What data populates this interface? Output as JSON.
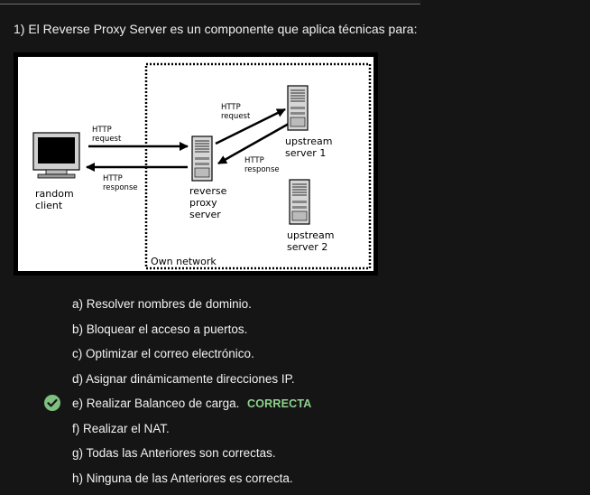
{
  "question": {
    "text": "1) El Reverse Proxy Server es un componente que aplica técnicas para:"
  },
  "diagram": {
    "http_request_left": [
      "HTTP",
      "request"
    ],
    "http_response_left": [
      "HTTP",
      "response"
    ],
    "http_request_right": [
      "HTTP",
      "request"
    ],
    "http_response_right": [
      "HTTP",
      "response"
    ],
    "random_client": [
      "random",
      "client"
    ],
    "reverse_proxy": [
      "reverse",
      "proxy",
      "server"
    ],
    "upstream1": [
      "upstream",
      "server 1"
    ],
    "upstream2": [
      "upstream",
      "server 2"
    ],
    "own_network": "Own network"
  },
  "options": [
    {
      "label": "a) Resolver nombres de dominio.",
      "correct": false
    },
    {
      "label": "b) Bloquear el acceso a puertos.",
      "correct": false
    },
    {
      "label": "c) Optimizar el correo electrónico.",
      "correct": false
    },
    {
      "label": "d) Asignar dinámicamente direcciones IP.",
      "correct": false
    },
    {
      "label": "e) Realizar Balanceo de carga.",
      "correct": true
    },
    {
      "label": "f) Realizar el NAT.",
      "correct": false
    },
    {
      "label": "g) Todas las Anteriores son correctas.",
      "correct": false
    },
    {
      "label": "h) Ninguna de las Anteriores es correcta.",
      "correct": false
    }
  ],
  "correct_badge": "CORRECTA",
  "colors": {
    "correct": "#8fd18f",
    "check_bg": "#7fbf7f",
    "background": "#151515"
  },
  "icons": {
    "check": "check-circle-icon"
  }
}
